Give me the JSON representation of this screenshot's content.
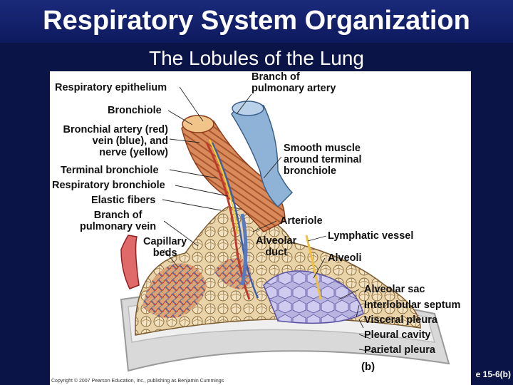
{
  "slide": {
    "title": "Respiratory System Organization",
    "subtitle": "The Lobules of the Lung",
    "figure_ref": "e 15-6(b)"
  },
  "figure": {
    "panel_label": "(b)",
    "copyright": "Copyright © 2007 Pearson Education, Inc., publishing as Benjamin Cummings",
    "labels": {
      "respiratory_epithelium": "Respiratory epithelium",
      "bronchiole": "Bronchiole",
      "bronchial_artery_1": "Bronchial artery (red)",
      "bronchial_artery_2": "vein (blue), and",
      "bronchial_artery_3": "nerve (yellow)",
      "terminal_bronchiole": "Terminal bronchiole",
      "respiratory_bronchiole": "Respiratory bronchiole",
      "elastic_fibers": "Elastic fibers",
      "pulm_vein_1": "Branch of",
      "pulm_vein_2": "pulmonary vein",
      "capillary_1": "Capillary",
      "capillary_2": "beds",
      "pulm_artery_1": "Branch of",
      "pulm_artery_2": "pulmonary artery",
      "smooth_1": "Smooth muscle",
      "smooth_2": "around terminal",
      "smooth_3": "bronchiole",
      "arteriole": "Arteriole",
      "lymphatic": "Lymphatic vessel",
      "alveolar_duct_1": "Alveolar",
      "alveolar_duct_2": "duct",
      "alveoli": "Alveoli",
      "alveolar_sac": "Alveolar sac",
      "interlobular_septum": "Interlobular septum",
      "visceral_pleura": "Visceral pleura",
      "pleural_cavity": "Pleural cavity",
      "parietal_pleura": "Parietal pleura"
    }
  }
}
